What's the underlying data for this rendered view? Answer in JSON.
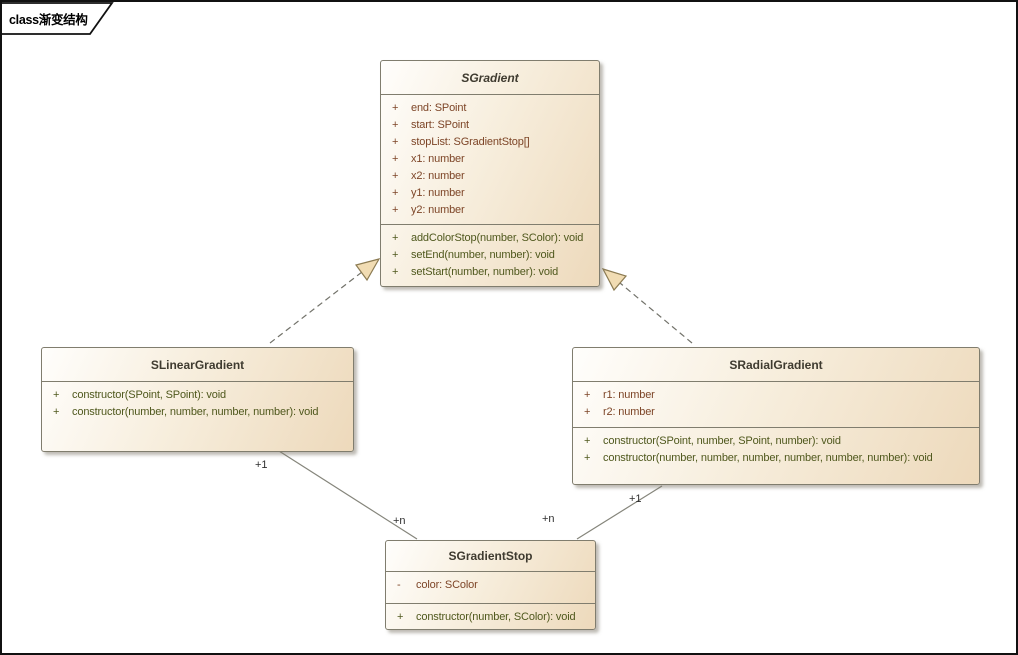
{
  "frame": {
    "diagram_type_label": "class渐变结构"
  },
  "palette": {
    "box_fill_light": "#fffefc",
    "box_fill_tan": "#edd9bb",
    "box_border": "#807d6e",
    "title_text": "#3f3b30",
    "attribute_text": "#7d4527",
    "method_text": "#4f581d",
    "connector_line": "#72726a",
    "arrow_fill": "#f1dcb3",
    "arrow_stroke": "#8c7b52"
  },
  "classes": [
    {
      "name": "SGradient",
      "abstract": true,
      "attributes": [
        {
          "vis": "+",
          "sig": "end: SPoint"
        },
        {
          "vis": "+",
          "sig": "start: SPoint"
        },
        {
          "vis": "+",
          "sig": "stopList: SGradientStop[]"
        },
        {
          "vis": "+",
          "sig": "x1: number"
        },
        {
          "vis": "+",
          "sig": "x2: number"
        },
        {
          "vis": "+",
          "sig": "y1: number"
        },
        {
          "vis": "+",
          "sig": "y2: number"
        }
      ],
      "methods": [
        {
          "vis": "+",
          "sig": "addColorStop(number, SColor): void"
        },
        {
          "vis": "+",
          "sig": "setEnd(number, number): void"
        },
        {
          "vis": "+",
          "sig": "setStart(number, number): void"
        }
      ]
    },
    {
      "name": "SLinearGradient",
      "abstract": false,
      "attributes": [],
      "methods": [
        {
          "vis": "+",
          "sig": "constructor(SPoint, SPoint): void"
        },
        {
          "vis": "+",
          "sig": "constructor(number, number, number, number): void"
        }
      ]
    },
    {
      "name": "SRadialGradient",
      "abstract": false,
      "attributes": [
        {
          "vis": "+",
          "sig": "r1: number"
        },
        {
          "vis": "+",
          "sig": "r2: number"
        }
      ],
      "methods": [
        {
          "vis": "+",
          "sig": "constructor(SPoint, number, SPoint, number): void"
        },
        {
          "vis": "+",
          "sig": "constructor(number, number, number, number, number, number): void"
        }
      ]
    },
    {
      "name": "SGradientStop",
      "abstract": false,
      "attributes": [
        {
          "vis": "-",
          "sig": "color: SColor"
        }
      ],
      "methods": [
        {
          "vis": "+",
          "sig": "constructor(number, SColor): void"
        }
      ]
    }
  ],
  "relations": [
    {
      "type": "realization",
      "from": "SLinearGradient",
      "to": "SGradient",
      "style": "dashed",
      "arrow": "triangle"
    },
    {
      "type": "realization",
      "from": "SRadialGradient",
      "to": "SGradient",
      "style": "dashed",
      "arrow": "triangle"
    },
    {
      "type": "association",
      "from": "SLinearGradient",
      "to": "SGradientStop",
      "source_label": "+1",
      "target_label": "+n"
    },
    {
      "type": "association",
      "from": "SRadialGradient",
      "to": "SGradientStop",
      "source_label": "+1",
      "target_label": "+n"
    }
  ]
}
